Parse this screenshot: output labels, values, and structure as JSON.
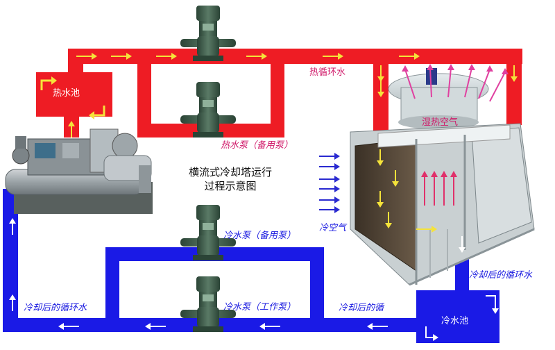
{
  "labels": {
    "hot_pool": "热水池",
    "hot_cycle_water": "热循环水",
    "hot_pump": "热水泵（备用泵）",
    "title_line1": "横流式冷却塔运行",
    "title_line2": "过程示意图",
    "humid_hot_air": "湿热空气",
    "cold_air": "冷空气",
    "cold_pump_backup": "冷水泵（备用泵）",
    "cold_pump_work": "冷水泵（工作泵）",
    "cooled_water_left": "冷却后的循环水",
    "cooled_water_mid": "冷却后的循",
    "cooled_water_right": "冷却后的循环水",
    "cold_pool": "冷水池"
  },
  "colors": {
    "hot_pipe": "#ee1c24",
    "cold_pipe": "#1a1ae6",
    "hot_arrow": "#f5e33a",
    "cold_arrow": "#ffffff",
    "air_in_arrow": "#2a2ad0",
    "humid_arrow": "#e040a0",
    "pump_body": "#3d5a48"
  },
  "icons": [
    "pump-icon",
    "chiller-unit-icon",
    "cooling-tower-icon",
    "flow-arrow-icon"
  ]
}
